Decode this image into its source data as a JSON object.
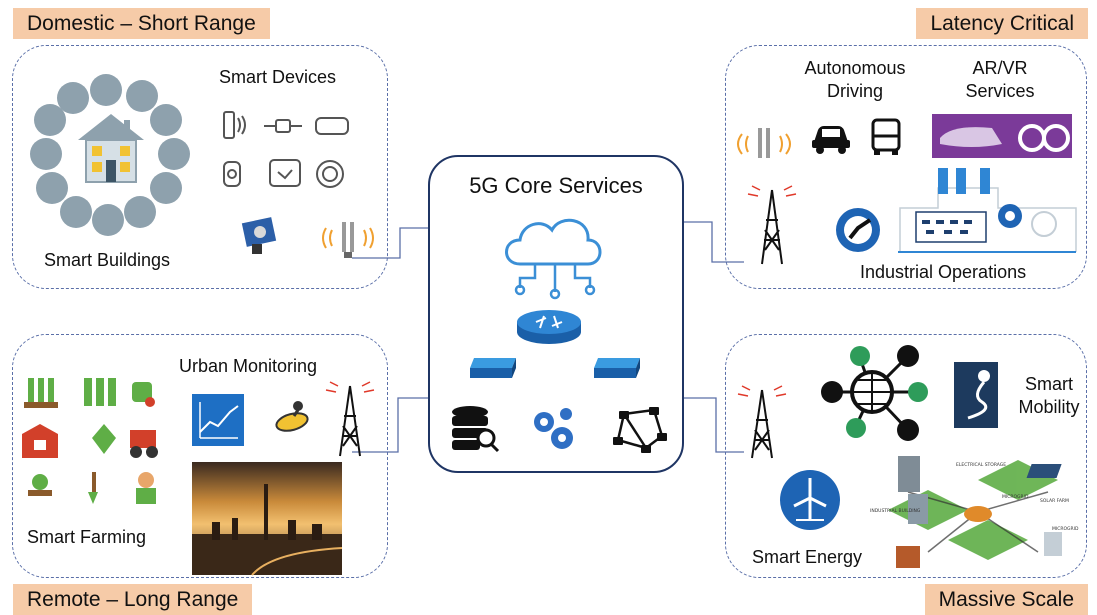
{
  "corner_labels": {
    "top_left": "Domestic – Short Range",
    "top_right": "Latency Critical",
    "bottom_left": "Remote – Long Range",
    "bottom_right": "Massive Scale"
  },
  "core": {
    "title": "5G Core Services"
  },
  "domestic": {
    "smart_devices": "Smart Devices",
    "smart_buildings": "Smart Buildings"
  },
  "latency": {
    "autonomous_driving_line1": "Autonomous",
    "autonomous_driving_line2": "Driving",
    "arvr_line1": "AR/VR",
    "arvr_line2": "Services",
    "industrial_operations": "Industrial Operations"
  },
  "remote": {
    "urban_monitoring": "Urban Monitoring",
    "smart_farming": "Smart Farming"
  },
  "massive": {
    "smart_mobility_line1": "Smart",
    "smart_mobility_line2": "Mobility",
    "smart_energy": "Smart Energy",
    "grid_labels": [
      "ELECTRICAL STORAGE",
      "MICROGRID",
      "SOLAR FARM",
      "INDUSTRIAL BUILDING",
      "MICROGRID"
    ]
  },
  "colors": {
    "corner_label_bg": "#f6cba8",
    "region_border": "#5a6fa8",
    "core_border": "#1f3564",
    "icon_grey": "#8ea1ad",
    "accent_blue": "#1e64b4",
    "purple": "#7b3a99"
  }
}
